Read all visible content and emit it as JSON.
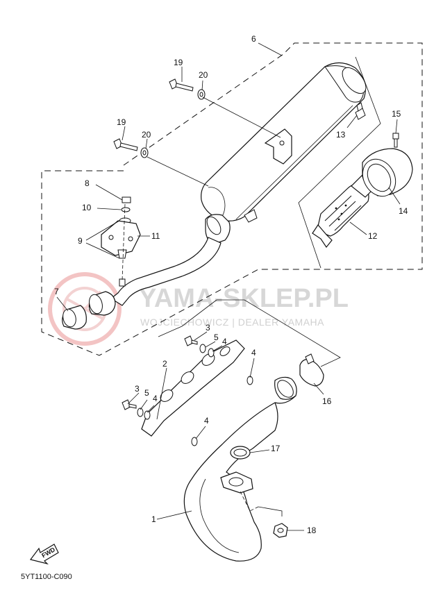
{
  "diagram_code": "5YT1100-C090",
  "fwd_label": "FWD",
  "watermark": {
    "title": "YAMA-SKLEP.PL",
    "subtitle": "WOJCIECHOWICZ | DEALER YAMAHA"
  },
  "callouts": {
    "c1": "1",
    "c2": "2",
    "c3a": "3",
    "c3b": "3",
    "c4a": "4",
    "c4b": "4",
    "c4c": "4",
    "c4d": "4",
    "c5a": "5",
    "c5b": "5",
    "c6": "6",
    "c7": "7",
    "c8": "8",
    "c9": "9",
    "c10": "10",
    "c11": "11",
    "c12": "12",
    "c13": "13",
    "c14": "14",
    "c15": "15",
    "c16": "16",
    "c17": "17",
    "c18": "18",
    "c19a": "19",
    "c19b": "19",
    "c20a": "20",
    "c20b": "20"
  }
}
